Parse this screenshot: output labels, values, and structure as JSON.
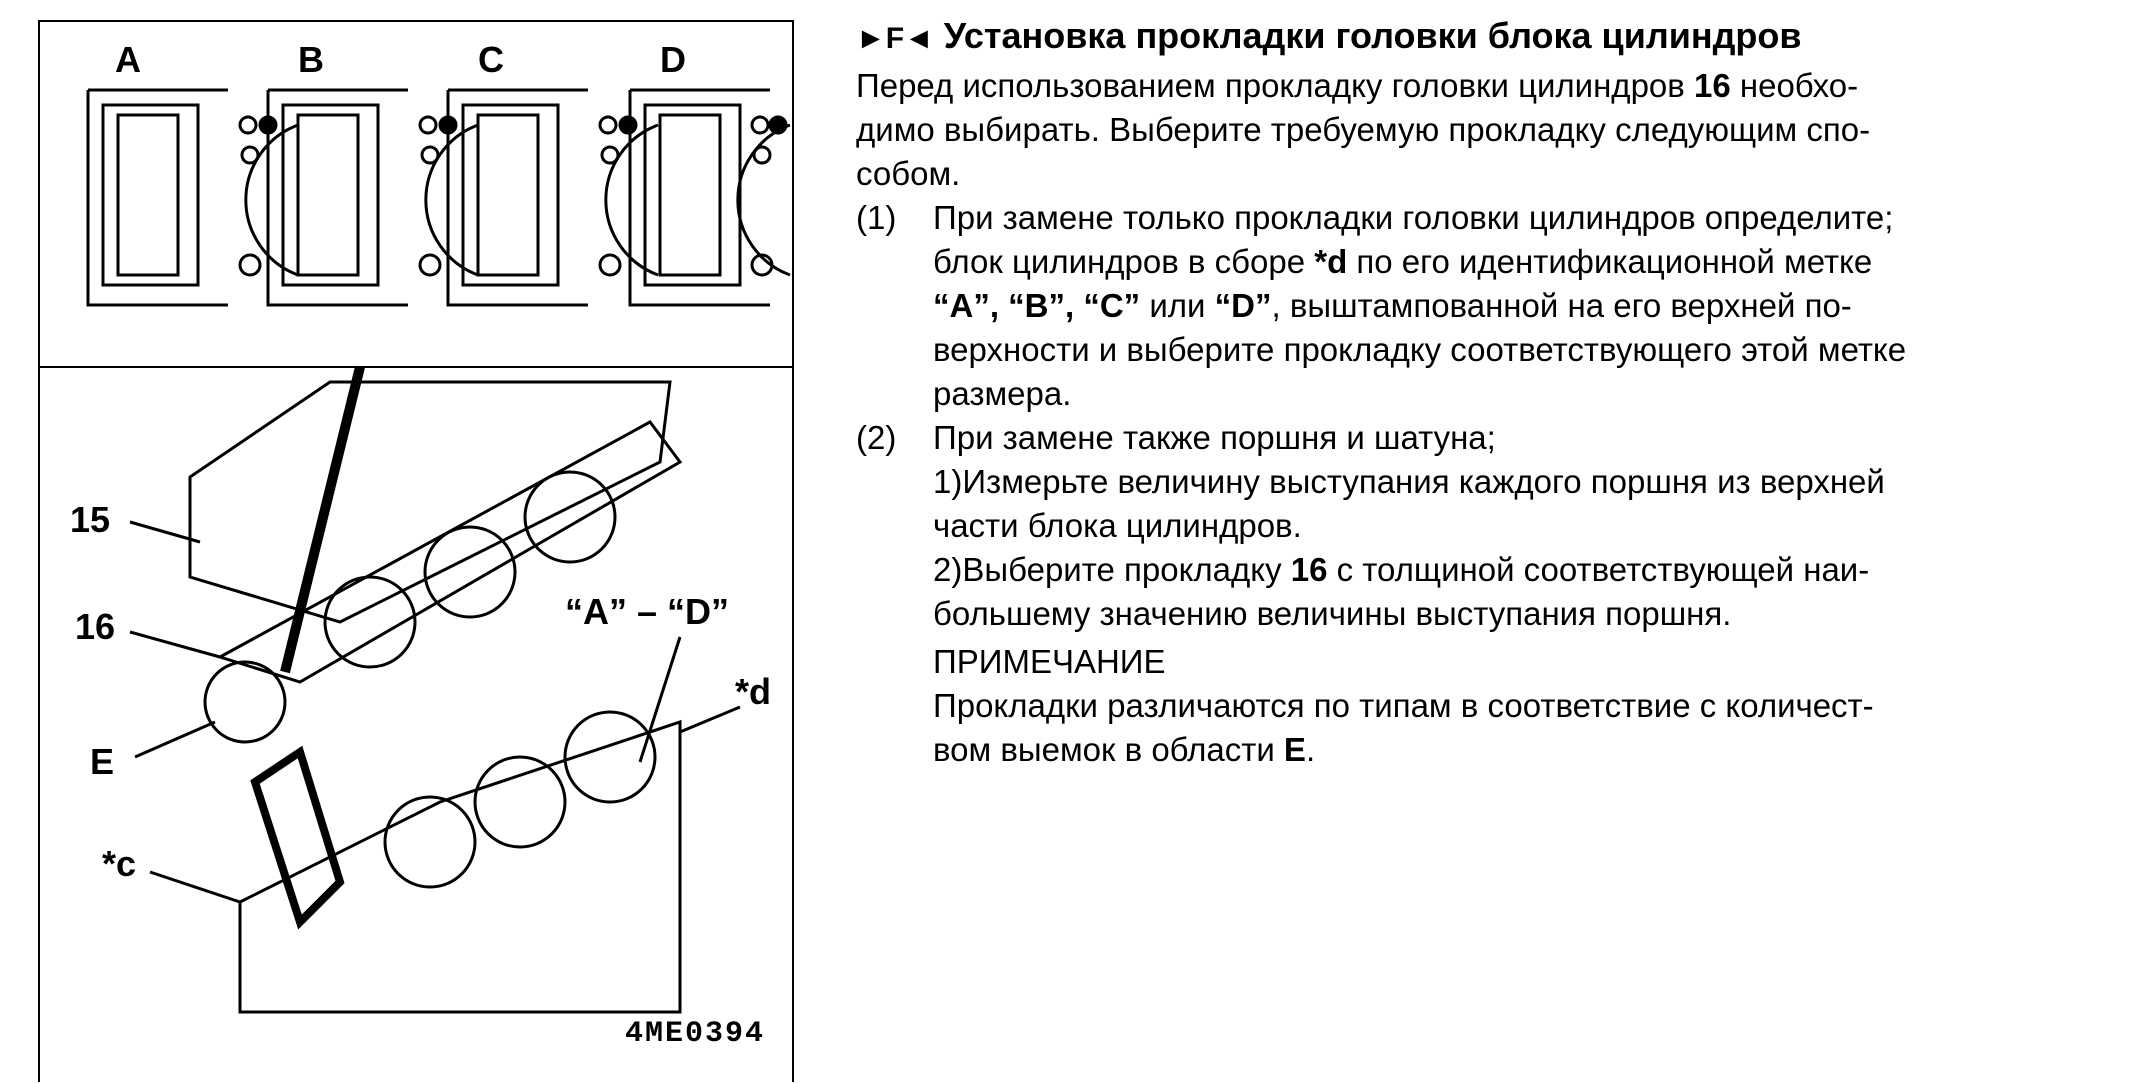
{
  "figure": {
    "gasket_labels": [
      "A",
      "B",
      "C",
      "D"
    ],
    "callouts": {
      "c15": "15",
      "c16": "16",
      "cE": "E",
      "cc": "*c",
      "cAD": "“A” – “D”",
      "cd": "*d"
    },
    "code": "4ME0394"
  },
  "title": {
    "marker": "►F◄",
    "text": "Установка прокладки головки блока цилиндров"
  },
  "intro": [
    [
      "Перед использованием прокладку головки цилиндров ",
      "16",
      " необхо-"
    ],
    "димо выбирать. Выберите требуемую прокладку следующим спо-",
    "собом."
  ],
  "step1": {
    "num": "(1)",
    "lines": [
      "При замене только прокладки головки цилиндров определите;",
      [
        "блок цилиндров в сборе ",
        "*d",
        " по его идентификационной метке"
      ],
      [
        "“A”, “B”, “C”",
        " или ",
        "“D”",
        ", выштампованной на его верхней по-"
      ],
      "верхности и выберите прокладку соответствующего этой метке",
      "размера."
    ]
  },
  "step2": {
    "num": "(2)",
    "lines": [
      "При замене также поршня и шатуна;",
      "1)Измерьте величину выступания каждого поршня из верхней",
      "части блока цилиндров.",
      [
        "2)Выберите прокладку ",
        "16",
        " с толщиной соответствующей наи-"
      ],
      "большему значению величины выступания поршня."
    ]
  },
  "note": {
    "heading": "ПРИМЕЧАНИЕ",
    "lines": [
      "Прокладки различаются по типам в соответствие с количест-",
      [
        "вом выемок в области ",
        "E",
        "."
      ]
    ]
  }
}
